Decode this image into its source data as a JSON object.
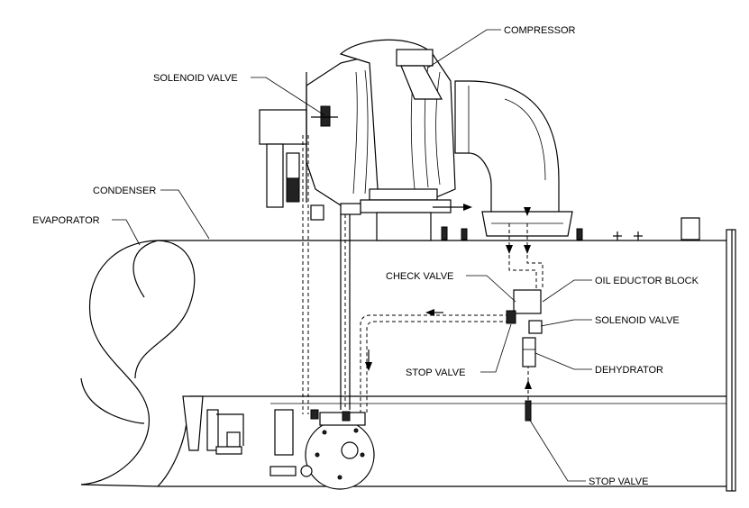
{
  "labels": {
    "compressor": "COMPRESSOR",
    "solenoid_valve_top": "SOLENOID VALVE",
    "condenser": "CONDENSER",
    "evaporator": "EVAPORATOR",
    "check_valve": "CHECK VALVE",
    "oil_eductor_block": "OIL EDUCTOR BLOCK",
    "solenoid_valve_right": "SOLENOID VALVE",
    "stop_valve_mid": "STOP VALVE",
    "dehydrator": "DEHYDRATOR",
    "stop_valve_bottom": "STOP VALVE"
  }
}
